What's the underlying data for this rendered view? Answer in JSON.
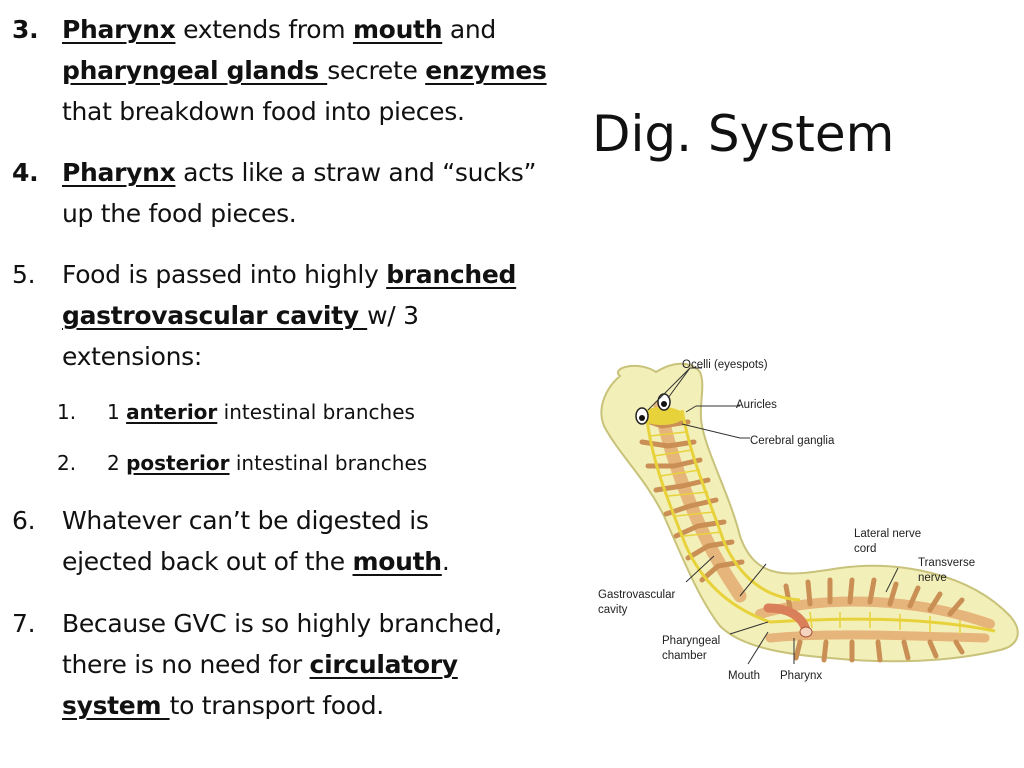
{
  "slide": {
    "title": "Dig. System"
  },
  "points": [
    {
      "number": "3.",
      "lines": [
        [
          {
            "t": "Pharynx",
            "s": "bu"
          },
          {
            "t": " extends from "
          },
          {
            "t": "mouth",
            "s": "bu"
          },
          {
            "t": " and"
          }
        ],
        [
          {
            "t": "pharyngeal glands ",
            "s": "bu"
          },
          {
            "t": "secrete "
          },
          {
            "t": "enzymes",
            "s": "bu"
          }
        ],
        [
          {
            "t": "that breakdown food into pieces."
          }
        ]
      ]
    },
    {
      "number": "4.",
      "lines": [
        [
          {
            "t": "Pharynx",
            "s": "bu"
          },
          {
            "t": " acts like a straw and “sucks”"
          }
        ],
        [
          {
            "t": "up the food pieces."
          }
        ]
      ]
    },
    {
      "number": "5.",
      "lines": [
        [
          {
            "t": "Food is passed into highly "
          },
          {
            "t": "branched",
            "s": "bu"
          }
        ],
        [
          {
            "t": "gastrovascular cavity ",
            "s": "bu"
          },
          {
            "t": "w/ 3"
          }
        ],
        [
          {
            "t": "extensions:"
          }
        ]
      ]
    },
    {
      "number": "6.",
      "lines": [
        [
          {
            "t": "Whatever can’t be digested is"
          }
        ],
        [
          {
            "t": "ejected back out of the "
          },
          {
            "t": "mouth",
            "s": "bu"
          },
          {
            "t": "."
          }
        ]
      ]
    },
    {
      "number": "7.",
      "lines": [
        [
          {
            "t": "Because GVC is so highly branched,"
          }
        ],
        [
          {
            "t": "there is no need for "
          },
          {
            "t": "circulatory",
            "s": "bu"
          }
        ],
        [
          {
            "t": "system ",
            "s": "bu"
          },
          {
            "t": "to transport food."
          }
        ]
      ]
    }
  ],
  "subpoints": [
    {
      "number": "1.",
      "parts": [
        {
          "t": "1 "
        },
        {
          "t": "anterior",
          "s": "bu"
        },
        {
          "t": " intestinal branches"
        }
      ]
    },
    {
      "number": "2.",
      "parts": [
        {
          "t": "2 "
        },
        {
          "t": "posterior",
          "s": "bu"
        },
        {
          "t": " intestinal branches"
        }
      ]
    }
  ],
  "figure": {
    "labels": {
      "ocelli": "Ocelli (eyespots)",
      "auricles": "Auricles",
      "cerebral_ganglia": "Cerebral ganglia",
      "lateral_nerve": "Lateral nerve",
      "cord": "cord",
      "transverse": "Transverse",
      "nerve": "nerve",
      "gastrovascular": "Gastrovascular",
      "cavity": "cavity",
      "pharyngeal": "Pharyngeal",
      "chamber": "chamber",
      "mouth": "Mouth",
      "pharynx": "Pharynx"
    },
    "colors": {
      "body": "#f3efb8",
      "body_outline": "#c9c27a",
      "gut": "#e6b57c",
      "gut_edge": "#c98f54",
      "nerve": "#e8d23c",
      "pharynx": "#d9805a"
    }
  }
}
